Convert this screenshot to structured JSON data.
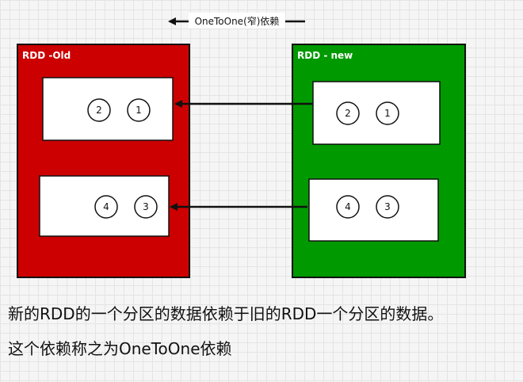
{
  "title_label": "OneToOne(窄)依赖",
  "rdd_old": {
    "label": "RDD -Old",
    "fill": "#cc0000",
    "partitions": [
      {
        "items": [
          "2",
          "1"
        ]
      },
      {
        "items": [
          "4",
          "3"
        ]
      }
    ]
  },
  "rdd_new": {
    "label": "RDD - new",
    "fill": "#009900",
    "partitions": [
      {
        "items": [
          "2",
          "1"
        ]
      },
      {
        "items": [
          "4",
          "3"
        ]
      }
    ]
  },
  "caption": {
    "line1": "新的RDD的一个分区的数据依赖于旧的RDD一个分区的数据。",
    "line2": "这个依赖称之为OneToOne依赖"
  }
}
